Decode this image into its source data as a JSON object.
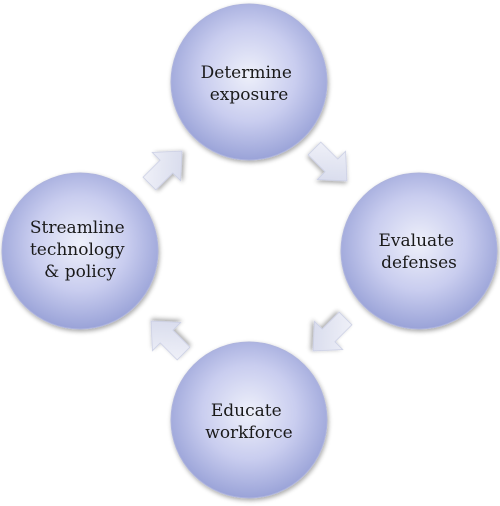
{
  "diagram": {
    "nodes": [
      {
        "id": "determine",
        "lines": [
          "Determine",
          "exposure"
        ]
      },
      {
        "id": "evaluate",
        "lines": [
          "Evaluate",
          "defenses"
        ]
      },
      {
        "id": "educate",
        "lines": [
          "Educate",
          "workforce"
        ]
      },
      {
        "id": "streamline",
        "lines": [
          "Streamline",
          "technology",
          "& policy"
        ]
      }
    ],
    "arrows": [
      {
        "from": "determine",
        "to": "evaluate",
        "icon": "arrow-down-right-icon"
      },
      {
        "from": "evaluate",
        "to": "educate",
        "icon": "arrow-down-left-icon"
      },
      {
        "from": "educate",
        "to": "streamline",
        "icon": "arrow-up-left-icon"
      },
      {
        "from": "streamline",
        "to": "determine",
        "icon": "arrow-up-right-icon"
      }
    ],
    "colors": {
      "circle_fill_light": "#e9ecf8",
      "circle_fill_dark": "#9aa3d8",
      "circle_stroke": "#aeb4dd",
      "arrow_fill_light": "#f1f2f9",
      "arrow_fill_dark": "#d2d6ea",
      "text": "#1a1a1a"
    }
  }
}
